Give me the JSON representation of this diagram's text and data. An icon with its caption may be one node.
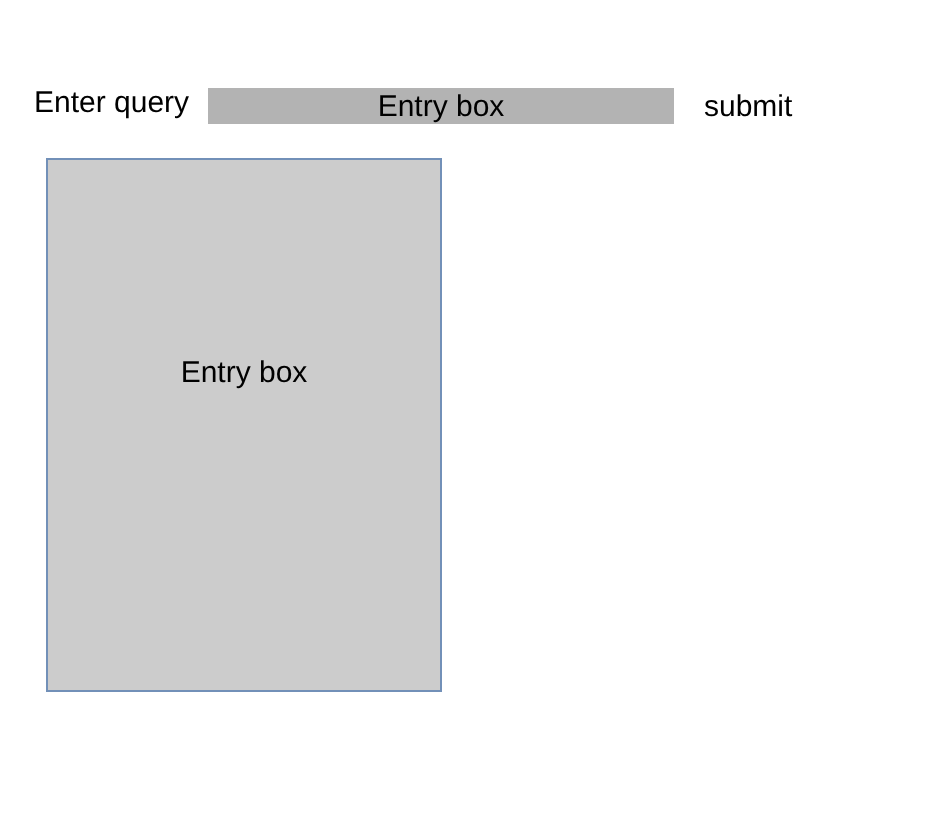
{
  "diagram": {
    "nodes": [
      {
        "text": [
          "Entry box"
        ]
      },
      {
        "text": [
          "Entry box"
        ]
      }
    ],
    "labels": [
      "Enter query",
      "submit"
    ]
  }
}
